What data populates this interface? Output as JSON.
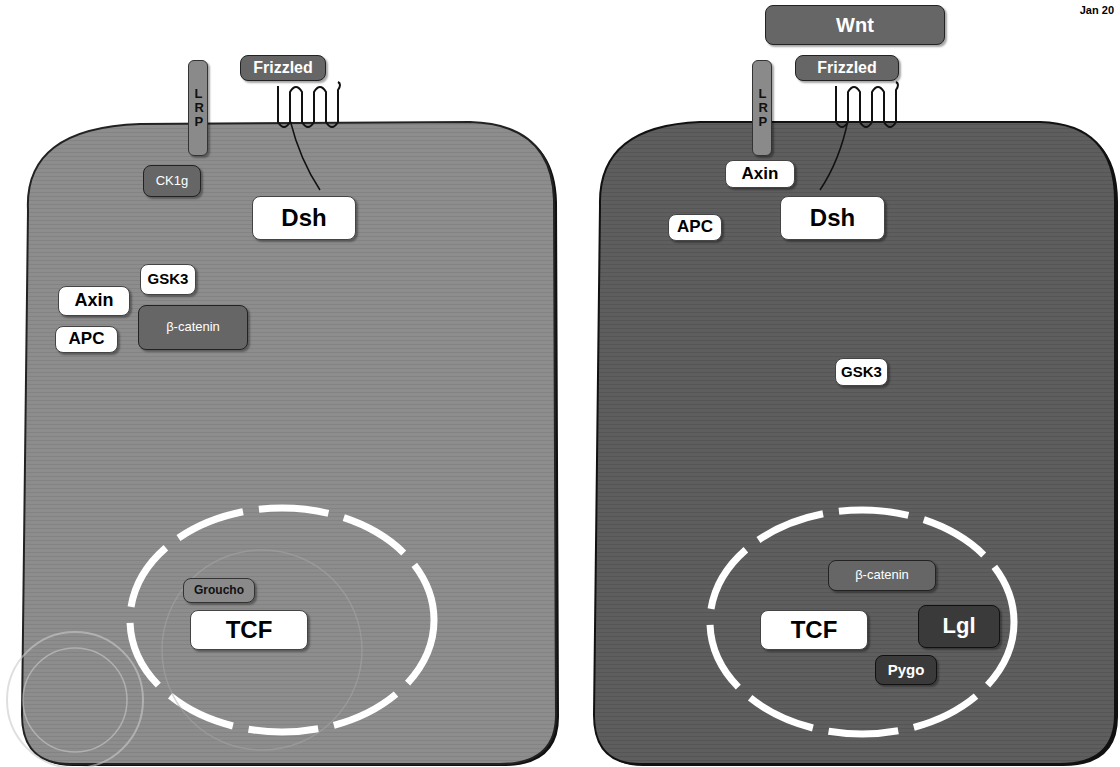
{
  "diagram": {
    "nodes": [
      {
        "text": [
          "L R P"
        ]
      },
      {
        "text": [
          "Frizzled"
        ]
      },
      {
        "text": [
          "CK1g"
        ]
      },
      {
        "text": [
          "Dsh"
        ]
      },
      {
        "text": [
          "GSK3"
        ]
      },
      {
        "text": [
          "Axin"
        ]
      },
      {
        "text": [
          "APC"
        ]
      },
      {
        "text": [
          "β-catenin"
        ]
      },
      {
        "text": [
          "Groucho"
        ]
      },
      {
        "text": [
          "TCF"
        ]
      },
      {
        "text": [
          "Wnt"
        ]
      },
      {
        "text": [
          "L R P"
        ]
      },
      {
        "text": [
          "Frizzled"
        ]
      },
      {
        "text": [
          "Axin"
        ]
      },
      {
        "text": [
          "APC"
        ]
      },
      {
        "text": [
          "Dsh"
        ]
      },
      {
        "text": [
          "GSK3"
        ]
      },
      {
        "text": [
          "β-catenin"
        ]
      },
      {
        "text": [
          "TCF"
        ]
      },
      {
        "text": [
          "Lgl"
        ]
      },
      {
        "text": [
          "Pygo"
        ]
      }
    ],
    "labels": [
      "Jan 20"
    ]
  }
}
